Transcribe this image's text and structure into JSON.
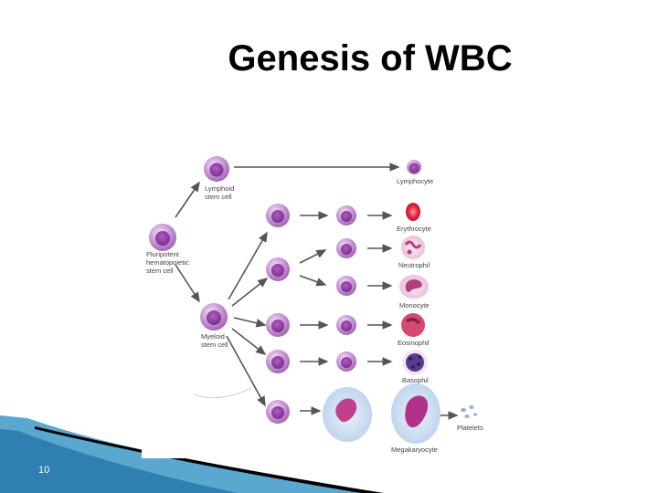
{
  "slide": {
    "title": "Genesis of WBC",
    "number": "10"
  },
  "labels": {
    "pluripotent": [
      "Pluripotent",
      "hematopoietic",
      "stem cell"
    ],
    "lymphoid": [
      "Lymphoid",
      "stem cell"
    ],
    "myeloid": [
      "Myeloid",
      "stem cell"
    ],
    "lymphocyte": "Lymphocyte",
    "erythrocyte": "Erythrocyte",
    "neutrophil": "Neutrophil",
    "monocyte": "Monocyte",
    "eosinophil": "Eosinophil",
    "basophil": "Basophil",
    "megakaryocyte": "Megakaryocyte",
    "platelets": "Platelets"
  },
  "colors": {
    "stem_cell": "#b779c9",
    "nucleus": "#8c3f9e",
    "arrow": "#555555",
    "erythrocyte": "#d81f3a",
    "eosinophil": "#c8325a",
    "basophil": "#5a3a8c",
    "corner_band": "#6ab4d8"
  }
}
